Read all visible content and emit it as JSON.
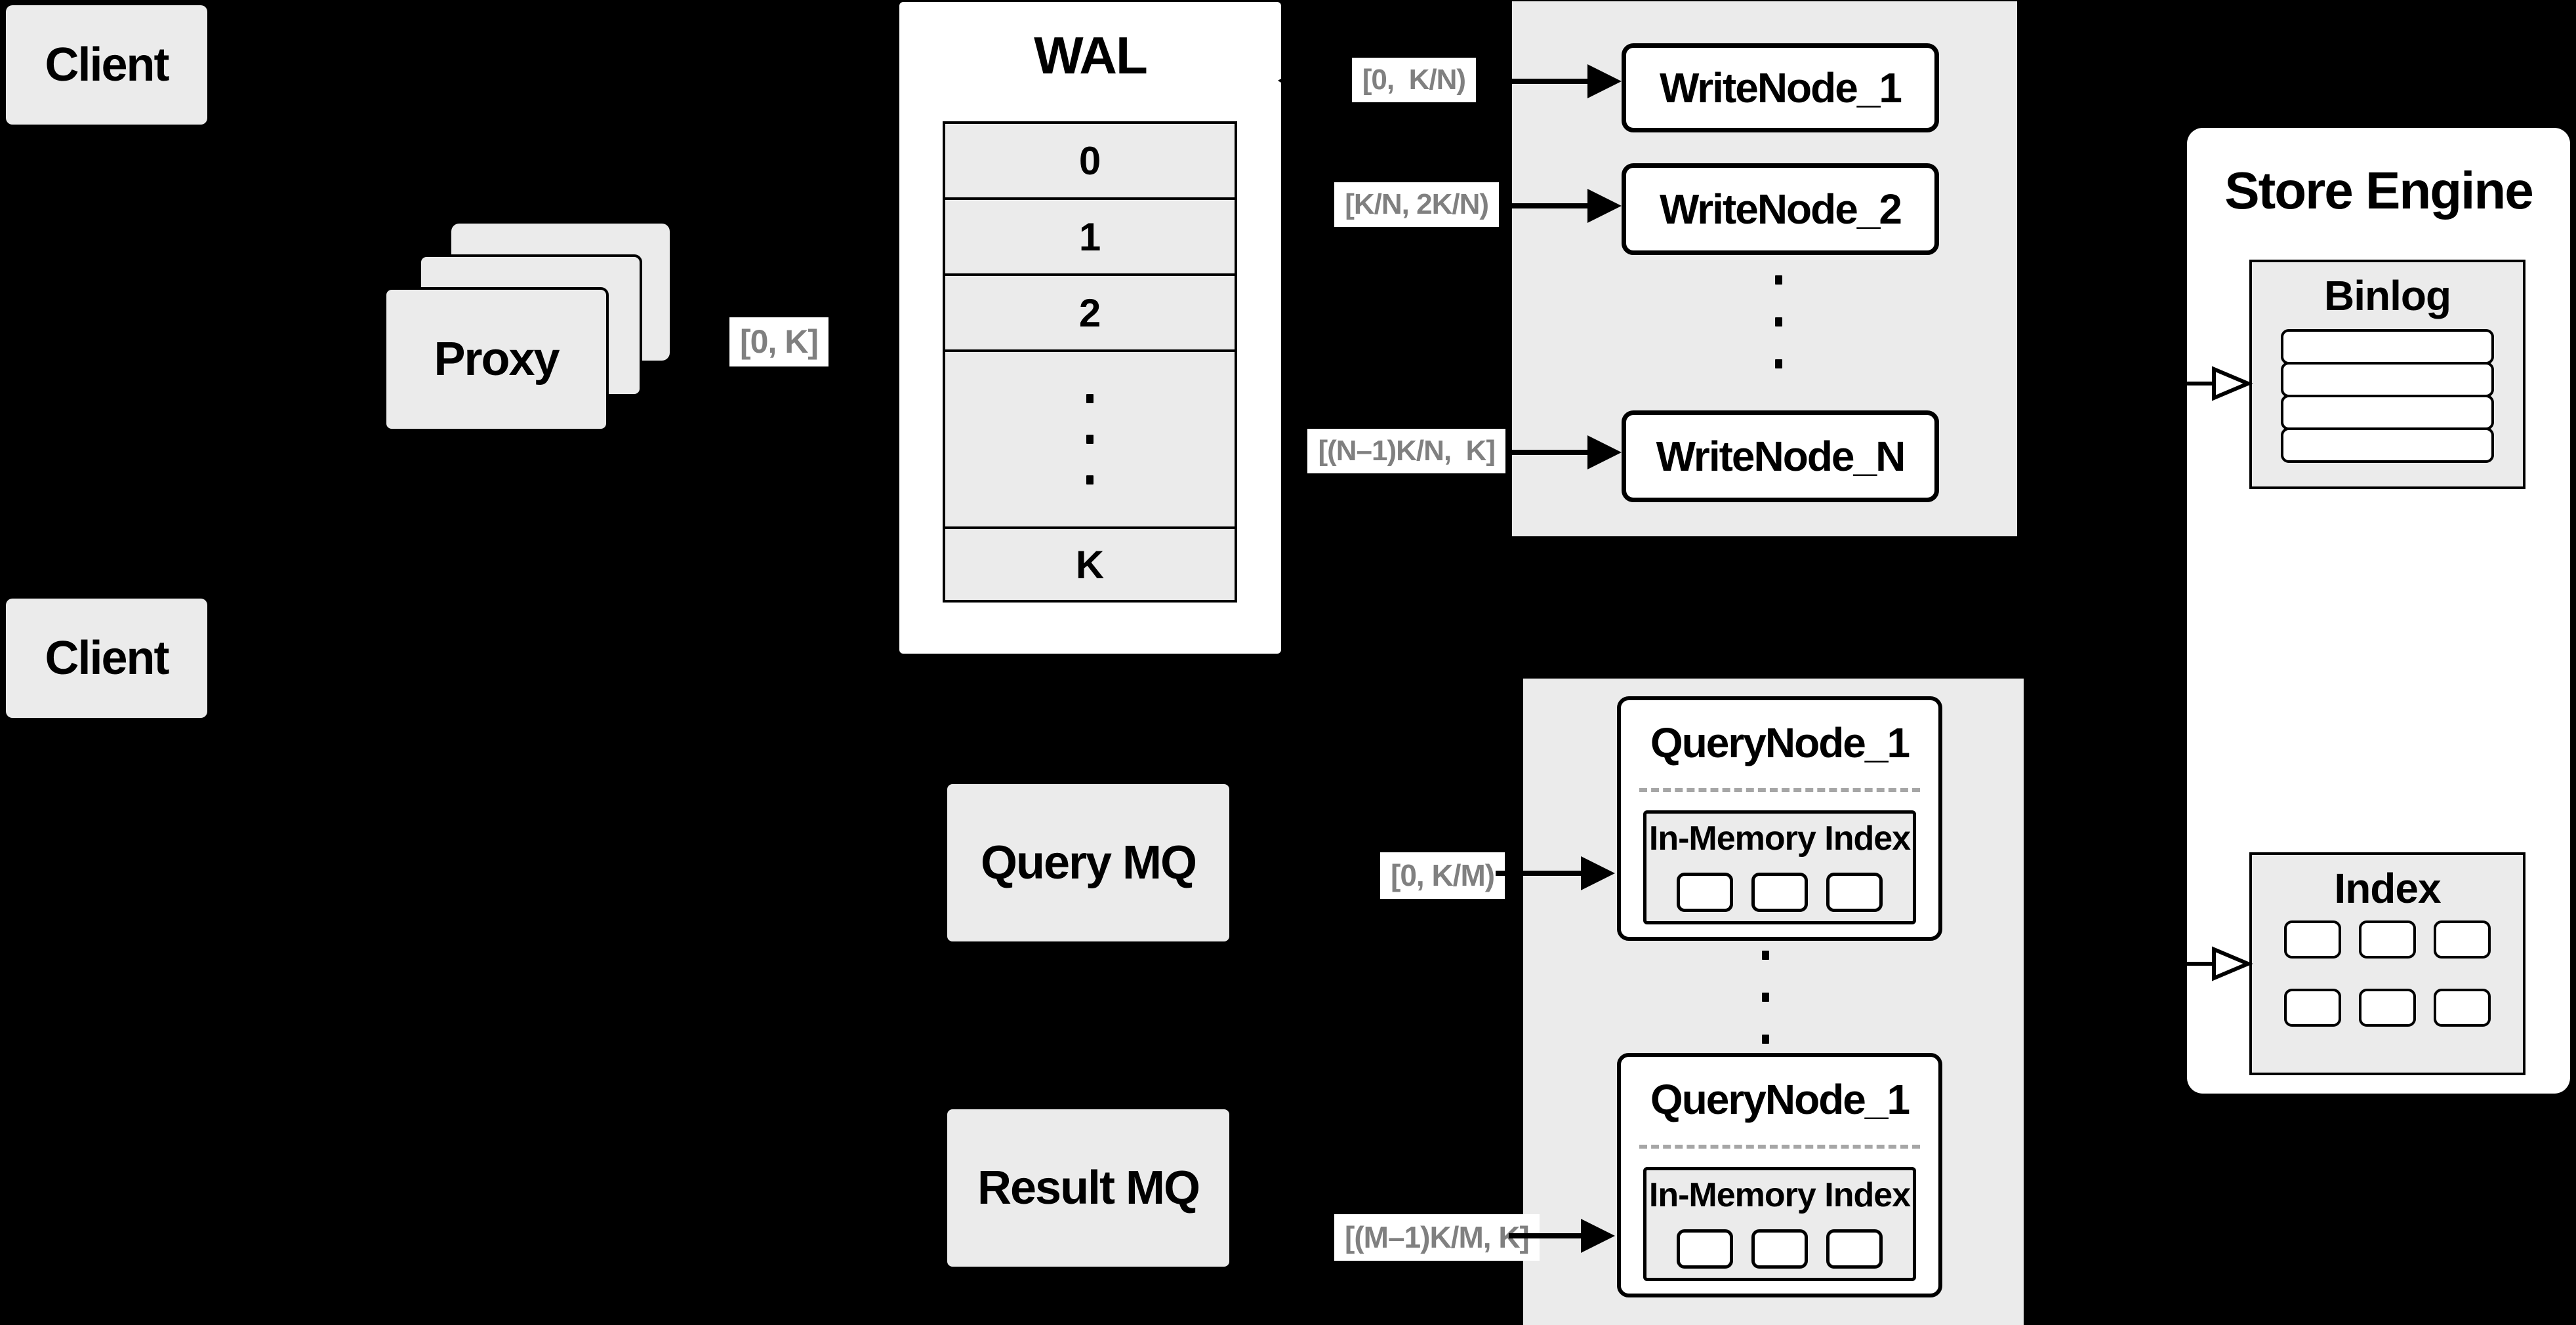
{
  "colors": {
    "background": "#000000",
    "panel_gray": "#ebebeb",
    "white": "#ffffff",
    "border": "#000000",
    "range_text": "#808080",
    "divider_dash": "#a6a6a6"
  },
  "clients": {
    "top_label": "Client",
    "bottom_label": "Client"
  },
  "proxy": {
    "label": "Proxy",
    "range": "[0, K]"
  },
  "wal": {
    "title": "WAL",
    "rows": [
      "0",
      "1",
      "2"
    ],
    "last_row": "K"
  },
  "write_nodes": {
    "node1": {
      "label": "WriteNode_1",
      "range": "[0,  K/N)"
    },
    "node2": {
      "label": "WriteNode_2",
      "range": "[K/N, 2K/N)"
    },
    "nodeN": {
      "label": "WriteNode_N",
      "range": "[(N–1)K/N,  K]"
    }
  },
  "store_engine": {
    "title": "Store Engine",
    "binlog_title": "Binlog",
    "binlog_row_count": 4,
    "index_title": "Index",
    "index_cell_count": 6
  },
  "query_nodes": {
    "node1": {
      "title": "QueryNode_1",
      "inner_title": "In-Memory Index",
      "range": "[0, K/M)",
      "cell_count": 3
    },
    "node2": {
      "title": "QueryNode_1",
      "inner_title": "In-Memory Index",
      "range": "[(M–1)K/M, K]",
      "cell_count": 3
    }
  },
  "mq": {
    "query_label": "Query MQ",
    "result_label": "Result MQ"
  }
}
